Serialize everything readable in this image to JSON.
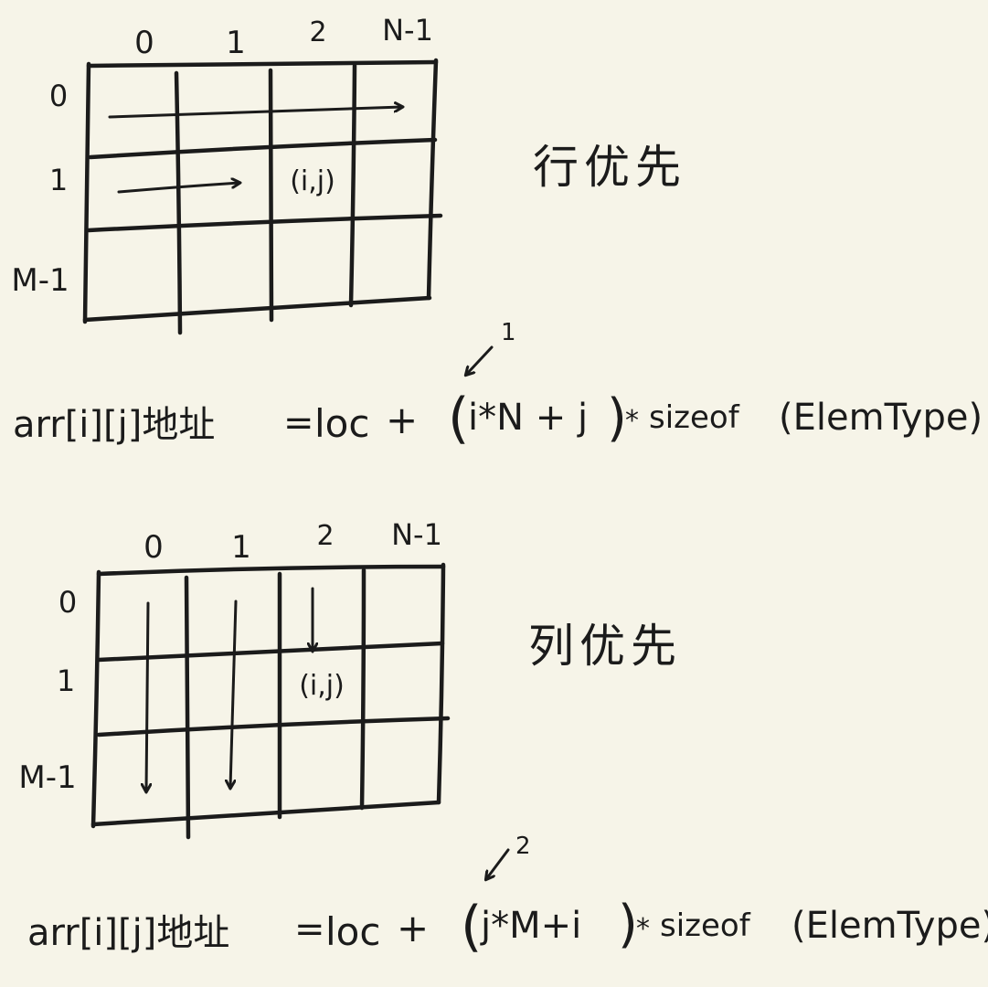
{
  "row_major": {
    "col_labels": [
      "0",
      "1",
      "2",
      "N-1"
    ],
    "row_labels": [
      "0",
      "1",
      "M-1"
    ],
    "cell_label": "(i,j)",
    "title": "行优先",
    "formula": {
      "lhs": "arr[i][j]地址",
      "eq": "=",
      "loc": "loc",
      "plus": "+",
      "open": "(",
      "expr": "i*N + j",
      "close": ")",
      "mult": "*",
      "sizeof": "sizeof",
      "arg": "(ElemType)",
      "note": "1"
    }
  },
  "col_major": {
    "col_labels": [
      "0",
      "1",
      "2",
      "N-1"
    ],
    "row_labels": [
      "0",
      "1",
      "M-1"
    ],
    "cell_label": "(i,j)",
    "title": "列优先",
    "formula": {
      "lhs": "arr[i][j]地址",
      "eq": "=",
      "loc": "loc",
      "plus": "+",
      "open": "(",
      "expr": "j*M+i",
      "close": ")",
      "mult": "*",
      "sizeof": "sizeof",
      "arg": "(ElemType)",
      "note": "2"
    }
  }
}
